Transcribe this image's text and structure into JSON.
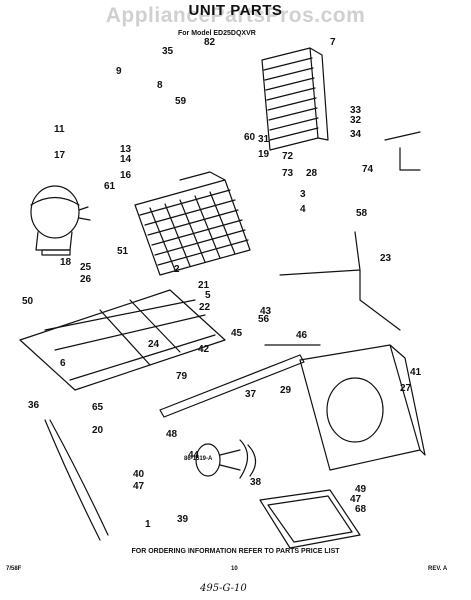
{
  "header": {
    "title": "UNIT PARTS",
    "watermark": "AppliancePartsPros.com",
    "subtitle": "For Model ED25DQXVR"
  },
  "footer": {
    "ordering_note": "FOR ORDERING INFORMATION REFER TO PARTS PRICE LIST",
    "drawing_number": "86-1519-A",
    "left_code": "7/58F",
    "page_number": "10",
    "revision": "REV. A",
    "handwritten_code": "495-G-10"
  },
  "callouts": [
    "1",
    "2",
    "3",
    "4",
    "5",
    "6",
    "7",
    "8",
    "9",
    "11",
    "13",
    "14",
    "16",
    "17",
    "18",
    "19",
    "20",
    "21",
    "22",
    "23",
    "24",
    "25",
    "26",
    "27",
    "28",
    "29",
    "31",
    "32",
    "33",
    "34",
    "35",
    "36",
    "37",
    "38",
    "39",
    "40",
    "41",
    "42",
    "43",
    "44",
    "45",
    "46",
    "47",
    "47",
    "48",
    "49",
    "50",
    "51",
    "56",
    "58",
    "59",
    "60",
    "61",
    "65",
    "68",
    "72",
    "73",
    "74",
    "79",
    "82"
  ],
  "icons": {
    "compressor": "compressor-icon",
    "condenser": "condenser-coil-icon",
    "evaporator": "evaporator-coil-icon",
    "fan_motor": "fan-motor-icon",
    "drain_pan": "drain-pan-icon"
  }
}
